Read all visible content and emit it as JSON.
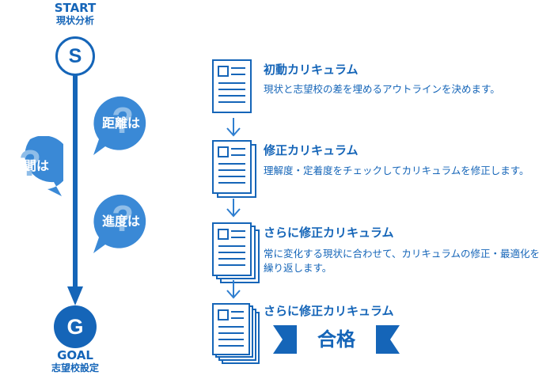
{
  "start": {
    "title": "START",
    "subtitle": "現状分析",
    "node_letter": "S"
  },
  "goal": {
    "title": "GOAL",
    "subtitle": "志望校設定",
    "node_letter": "G"
  },
  "questions": [
    "距離は",
    "時間は",
    "進度は"
  ],
  "steps": [
    {
      "title": "初動カリキュラム",
      "desc": "現状と志望校の差を埋めるアウトラインを決めます。"
    },
    {
      "title": "修正カリキュラム",
      "desc": "理解度・定着度をチェックしてカリキュラムを修正します。"
    },
    {
      "title": "さらに修正カリキュラム",
      "desc": "常に変化する現状に合わせて、カリキュラムの修正・最適化を繰り返します。"
    },
    {
      "title": "さらに修正カリキュラム"
    }
  ],
  "result": {
    "label": "合格"
  },
  "colors": {
    "primary": "#1565b8",
    "light": "#2e7ed0",
    "bubble": "#3a89d6",
    "question_mark": "#8fbde8"
  }
}
